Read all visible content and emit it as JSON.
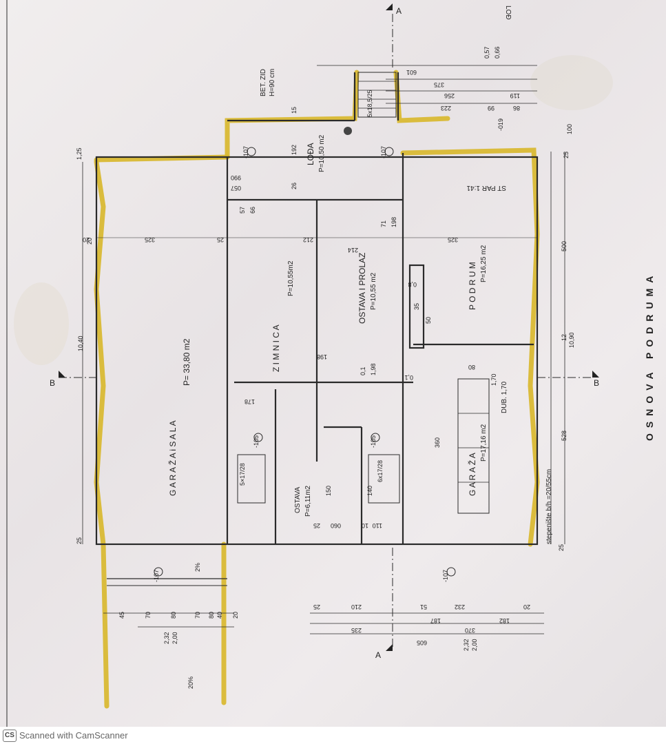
{
  "plan": {
    "title": "OSNOVA PODRUMA",
    "section_marker": "A",
    "section_marker_b": "B",
    "corner_label": "LOĐ",
    "rooms": {
      "garage_hall": {
        "name": "G A R A Ž A  i  S A L A",
        "area": "P= 33,80 m2"
      },
      "winery": {
        "name": "Z I M N I C A",
        "area": "P=10,55m2"
      },
      "storage_pass": {
        "name": "OSTAVA I PROLAZ",
        "area": "P=10,55 m2"
      },
      "cellar": {
        "name": "P O D R U M",
        "area": "P=16,25 m2"
      },
      "loggia": {
        "name": "LOĐA",
        "area": "P=10,50 m2"
      },
      "storage": {
        "name": "OSTAVA",
        "area": "P=6,11m2"
      },
      "garage2": {
        "name": "G A R A Ž A",
        "area": "P=17,16 m2"
      }
    },
    "wall_note": {
      "line1": "BET. ZID",
      "line2": "H=90 cm"
    },
    "stair_note": "stepenište b/h =20/55cm",
    "st_par": "ST PAR 1:41",
    "depth": "DUB. 1,70",
    "levels": [
      "-107",
      "-105",
      "-019"
    ],
    "slope": "2%",
    "slope2": "20%",
    "stairs": [
      "5x18,5/25",
      "5×17/28",
      "6x17/28"
    ],
    "dims_top": [
      "601",
      "375",
      "256",
      "223",
      "119",
      "99",
      "86",
      "0,57",
      "0,66"
    ],
    "dims_right": [
      "100",
      "25",
      "500",
      "10,90",
      "528",
      "25",
      "12"
    ],
    "dims_left": [
      "1,25",
      "10,40",
      "25",
      "20"
    ],
    "dims_bottom_right": [
      "210",
      "51",
      "232",
      "20",
      "25",
      "235",
      "187",
      "182",
      "370",
      "605",
      "2,32",
      "2,00"
    ],
    "dims_bottom_left": [
      "45",
      "70",
      "80",
      "70",
      "80",
      "40",
      "20",
      "2,32",
      "2,00"
    ],
    "dims_interior": [
      "325",
      "325",
      "20",
      "25",
      "212",
      "214",
      "192",
      "26",
      "15",
      "990",
      "057",
      "57",
      "66",
      "71",
      "198",
      "35",
      "50",
      "80",
      "360",
      "150",
      "140",
      "060",
      "110",
      "10",
      "25",
      "178",
      "198",
      "0,1",
      "1,98",
      "0,8",
      "0,1",
      "1,70"
    ]
  },
  "footer": {
    "icon_label": "CS",
    "text": "Scanned with CamScanner"
  }
}
